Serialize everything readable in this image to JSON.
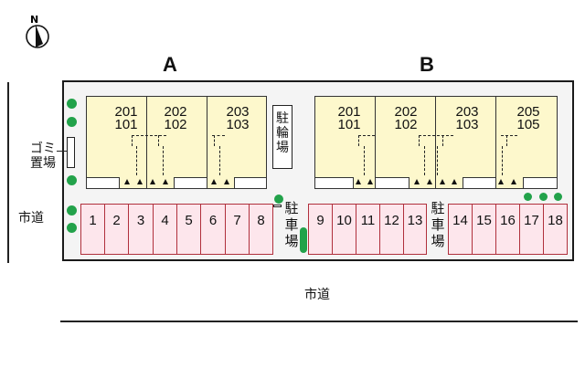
{
  "compass": {
    "label": "N"
  },
  "buildings": [
    {
      "name": "A",
      "units": [
        {
          "upper": "201",
          "lower": "101"
        },
        {
          "upper": "202",
          "lower": "102"
        },
        {
          "upper": "203",
          "lower": "103"
        }
      ]
    },
    {
      "name": "B",
      "units": [
        {
          "upper": "201",
          "lower": "101"
        },
        {
          "upper": "202",
          "lower": "102"
        },
        {
          "upper": "203",
          "lower": "103"
        },
        {
          "upper": "205",
          "lower": "105"
        }
      ]
    }
  ],
  "facilities": {
    "garbage": "ゴミ置場",
    "garbage_line1": "ゴミ",
    "garbage_line2": "置場",
    "bicycle_parking": "駐輪場",
    "parking_1": "駐車場",
    "parking_2": "駐車場"
  },
  "roads": {
    "west": "市道",
    "south": "市道"
  },
  "parking_slots": [
    "1",
    "2",
    "3",
    "4",
    "5",
    "6",
    "7",
    "8",
    "9",
    "10",
    "11",
    "12",
    "13",
    "14",
    "15",
    "16",
    "17",
    "18"
  ],
  "colors": {
    "unit_fill": "#fdf8cc",
    "slot_fill": "#fde6ec",
    "slot_border": "#b0303c",
    "tree": "#22a24a"
  }
}
